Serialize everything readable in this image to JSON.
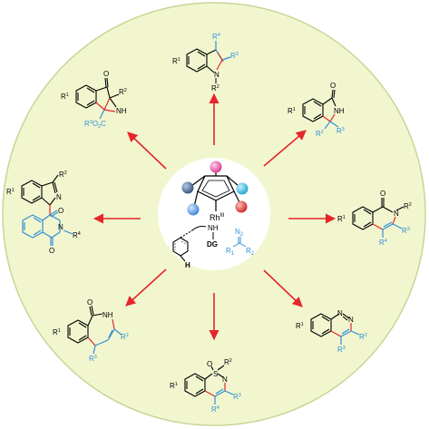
{
  "colors": {
    "outer_disc": "#f2f6cf",
    "outer_ring": "#c8d596",
    "inner_disc": "#ffffff",
    "arrow": "#e4262a",
    "bond": "#000000",
    "highlight_blue": "#2e8fd6",
    "highlight_red": "#e4262a",
    "cp_blue_dark": "#3f5f8a",
    "cp_pink": "#e0529c",
    "cp_cyan": "#2fb9d8",
    "cp_red": "#d9302b",
    "cp_blue_light": "#5a9be0"
  },
  "center": {
    "catalyst": {
      "metal": "Rh",
      "oxidation": "III"
    },
    "substrate": {
      "group": "NH",
      "directing": "DG",
      "hydrogen": "H"
    },
    "diazo": {
      "n2": "N",
      "n2_sub": "2",
      "r1": "R",
      "r1_sub": "1",
      "r2": "R",
      "r2_sub": "2"
    }
  },
  "products": {
    "indole": {
      "r1": "R",
      "r1_sub": "1",
      "r2": "R",
      "r2_sub": "2",
      "r3": "R",
      "r3_sub": "3",
      "r4": "R",
      "r4_sub": "4",
      "n": "N"
    },
    "isoindolinone": {
      "r1": "R",
      "r1_sub": "1",
      "o": "O",
      "nh": "NH",
      "r2": "R",
      "r2_sub": "2",
      "r3": "R",
      "r3_sub": "3"
    },
    "isoquinolinone": {
      "r1": "R",
      "r1_sub": "1",
      "o": "O",
      "n": "N",
      "r2": "R",
      "r2_sub": "2",
      "r3": "R",
      "r3_sub": "3",
      "r4": "R",
      "r4_sub": "4"
    },
    "cinnoline": {
      "r1": "R",
      "r1_sub": "1",
      "n_a": "N",
      "n_b": "N",
      "r2": "R",
      "r2_sub": "2",
      "r3": "R",
      "r3_sub": "3"
    },
    "benzothiazine": {
      "r1": "R",
      "r1_sub": "1",
      "o": "O",
      "s": "S",
      "n": "N",
      "r2": "R",
      "r2_sub": "2",
      "r3": "R",
      "r3_sub": "3",
      "r4": "R",
      "r4_sub": "4"
    },
    "benzazepinone": {
      "r1": "R",
      "r1_sub": "1",
      "o": "O",
      "nh": "NH",
      "r2": "R",
      "r2_sub": "2",
      "r3": "R",
      "r3_sub": "3"
    },
    "spiro": {
      "r1": "R",
      "r1_sub": "1",
      "r2": "R",
      "r2_sub": "2",
      "r4": "R",
      "r4_sub": "4",
      "n_a": "N",
      "n_b": "N",
      "o_a": "O",
      "o_b": "O"
    },
    "azirine": {
      "r1": "R",
      "r1_sub": "1",
      "o": "O",
      "r2": "R",
      "r2_sub": "2",
      "nh": "NH",
      "ester_r": "R",
      "ester_r_sub": "3",
      "ester_o": "O",
      "ester_o_sub": "2",
      "ester_c": "C"
    }
  }
}
